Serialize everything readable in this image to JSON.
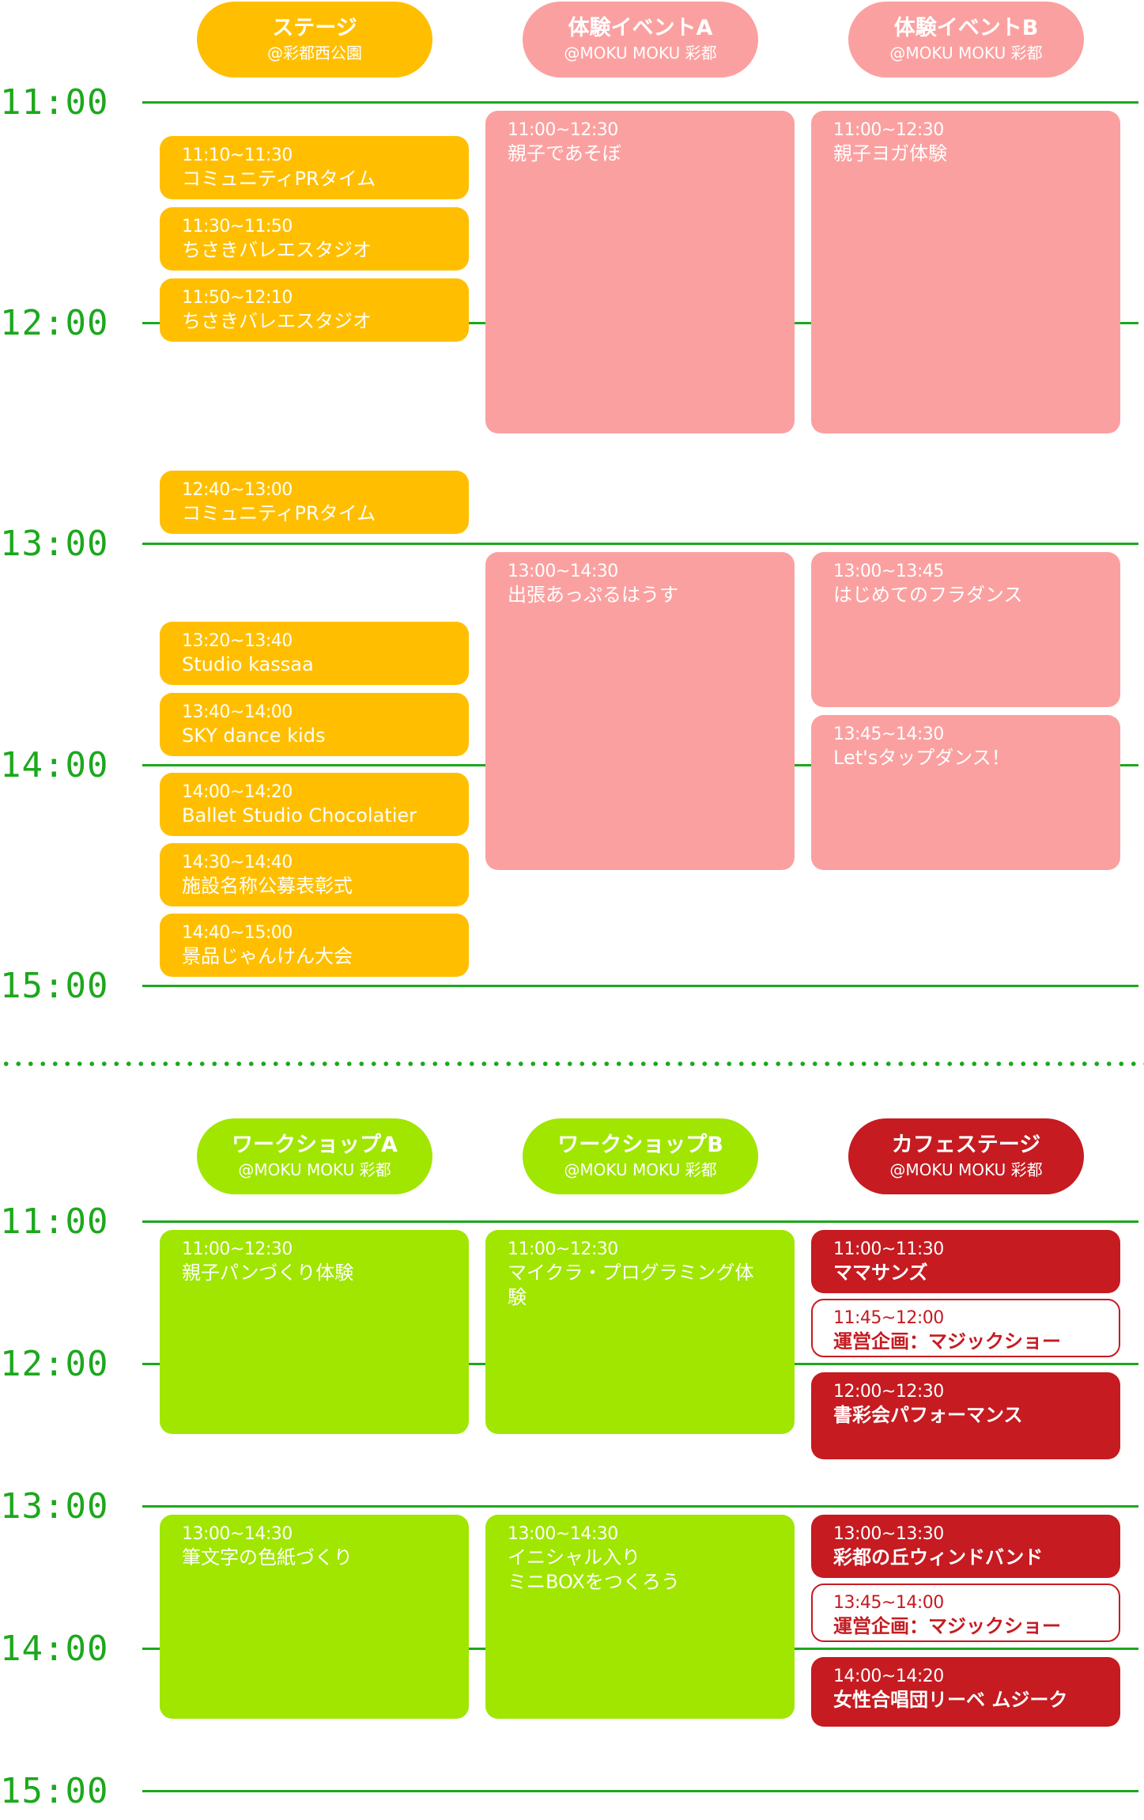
{
  "colors": {
    "stage": "#ffbf00",
    "experience": "#fba0a0",
    "workshop": "#a0e600",
    "cafe": "#c51b21",
    "line": "#1ca81c"
  },
  "time_labels": [
    "11:00",
    "12:00",
    "13:00",
    "14:00",
    "15:00"
  ],
  "section1": {
    "columns": [
      {
        "name": "ステージ",
        "venue": "@彩都西公園"
      },
      {
        "name": "体験イベントA",
        "venue": "@MOKU MOKU 彩都"
      },
      {
        "name": "体験イベントB",
        "venue": "@MOKU MOKU 彩都"
      }
    ],
    "stage_events": [
      {
        "time": "11:10~11:30",
        "title": "コミュニティPRタイム"
      },
      {
        "time": "11:30~11:50",
        "title": "ちさきバレエスタジオ"
      },
      {
        "time": "11:50~12:10",
        "title": "ちさきバレエスタジオ"
      },
      {
        "time": "12:40~13:00",
        "title": "コミュニティPRタイム"
      },
      {
        "time": "13:20~13:40",
        "title": "Studio kassaa"
      },
      {
        "time": "13:40~14:00",
        "title": "SKY dance kids"
      },
      {
        "time": "14:00~14:20",
        "title": "Ballet Studio Chocolatier"
      },
      {
        "time": "14:30~14:40",
        "title": "施設名称公募表彰式"
      },
      {
        "time": "14:40~15:00",
        "title": "景品じゃんけん大会"
      }
    ],
    "expA_events": [
      {
        "time": "11:00~12:30",
        "title": "親子であそぼ"
      },
      {
        "time": "13:00~14:30",
        "title": "出張あっぷるはうす"
      }
    ],
    "expB_events": [
      {
        "time": "11:00~12:30",
        "title": "親子ヨガ体験"
      },
      {
        "time": "13:00~13:45",
        "title": "はじめてのフラダンス"
      },
      {
        "time": "13:45~14:30",
        "title": "Let'sタップダンス！"
      }
    ]
  },
  "section2": {
    "columns": [
      {
        "name": "ワークショップA",
        "venue": "@MOKU MOKU 彩都"
      },
      {
        "name": "ワークショップB",
        "venue": "@MOKU MOKU 彩都"
      },
      {
        "name": "カフェステージ",
        "venue": "@MOKU MOKU 彩都"
      }
    ],
    "wsA_events": [
      {
        "time": "11:00~12:30",
        "title": "親子パンづくり体験"
      },
      {
        "time": "13:00~14:30",
        "title": "筆文字の色紙づくり"
      }
    ],
    "wsB_events": [
      {
        "time": "11:00~12:30",
        "title": "マイクラ・プログラミング体験"
      },
      {
        "time": "13:00~14:30",
        "title": "イニシャル入り\nミニBOXをつくろう"
      }
    ],
    "cafe_events": [
      {
        "time": "11:00~11:30",
        "title": "ママサンズ"
      },
      {
        "time": "11:45~12:00",
        "title": "運営企画：マジックショー"
      },
      {
        "time": "12:00~12:30",
        "title": "書彩会パフォーマンス"
      },
      {
        "time": "13:00~13:30",
        "title": "彩都の丘ウィンドバンド"
      },
      {
        "time": "13:45~14:00",
        "title": "運営企画：マジックショー"
      },
      {
        "time": "14:00~14:20",
        "title": "女性合唱団リーベ ムジーク"
      }
    ]
  }
}
